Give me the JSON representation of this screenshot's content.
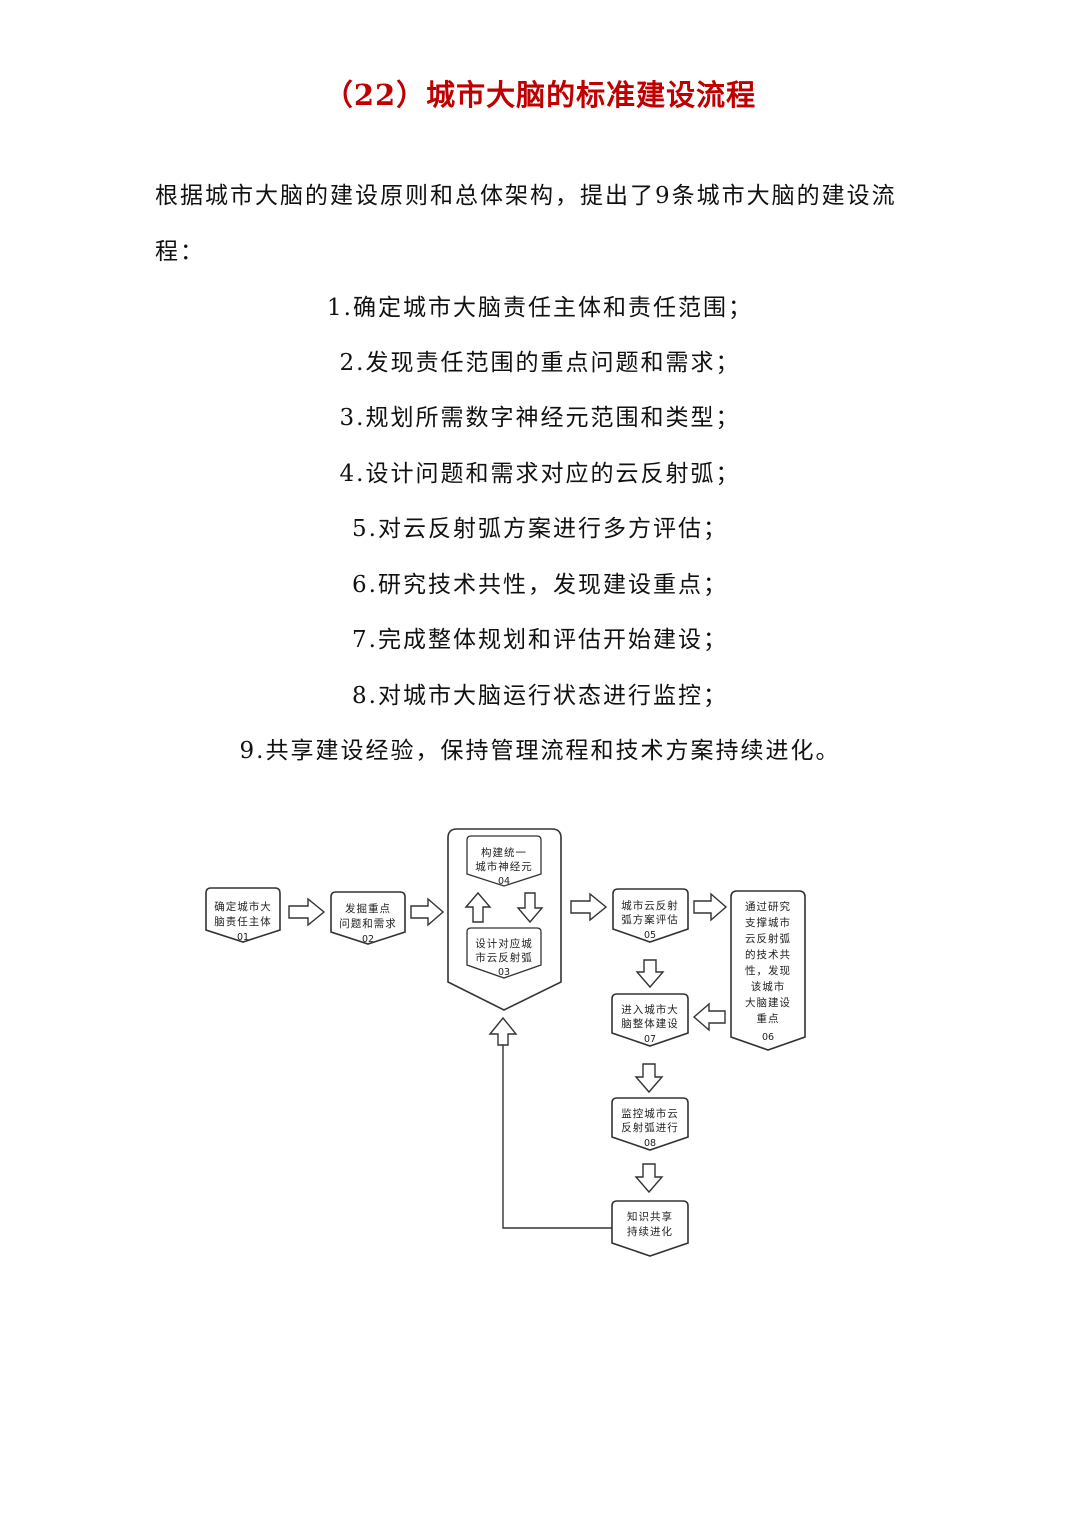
{
  "title": "（22）城市大脑的标准建设流程",
  "colors": {
    "title": "#c00000",
    "text": "#111111",
    "diagram_stroke": "#333333"
  },
  "intro": {
    "line1": "根据城市大脑的建设原则和总体架构，提出了9条城市大脑的建设流",
    "line2": "程："
  },
  "steps": [
    "1.确定城市大脑责任主体和责任范围；",
    "2.发现责任范围的重点问题和需求；",
    "3.规划所需数字神经元范围和类型；",
    "4.设计问题和需求对应的云反射弧；",
    "5.对云反射弧方案进行多方评估；",
    "6.研究技术共性，发现建设重点；",
    "7.完成整体规划和评估开始建设；",
    "8.对城市大脑运行状态进行监控；",
    "9.共享建设经验，保持管理流程和技术方案持续进化。"
  ],
  "diagram": {
    "n01": {
      "line1": "确定城市大",
      "line2": "脑责任主体",
      "num": "01"
    },
    "n02": {
      "line1": "发掘重点",
      "line2": "问题和需求",
      "num": "02"
    },
    "n04": {
      "line1": "构建统一",
      "line2": "城市神经元",
      "num": "04"
    },
    "n03": {
      "line1": "设计对应城",
      "line2": "市云反射弧",
      "num": "03"
    },
    "n05": {
      "line1": "城市云反射",
      "line2": "弧方案评估",
      "num": "05"
    },
    "n06": {
      "lines": [
        "通过研究",
        "支撑城市",
        "云反射弧",
        "的技术共",
        "性，发现",
        "该城市",
        "大脑建设",
        "重点"
      ],
      "num": "06"
    },
    "n07": {
      "line1": "进入城市大",
      "line2": "脑整体建设",
      "num": "07"
    },
    "n08": {
      "line1": "监控城市云",
      "line2": "反射弧进行",
      "num": "08"
    },
    "n09": {
      "line1": "知识共享",
      "line2": "持续进化"
    }
  }
}
